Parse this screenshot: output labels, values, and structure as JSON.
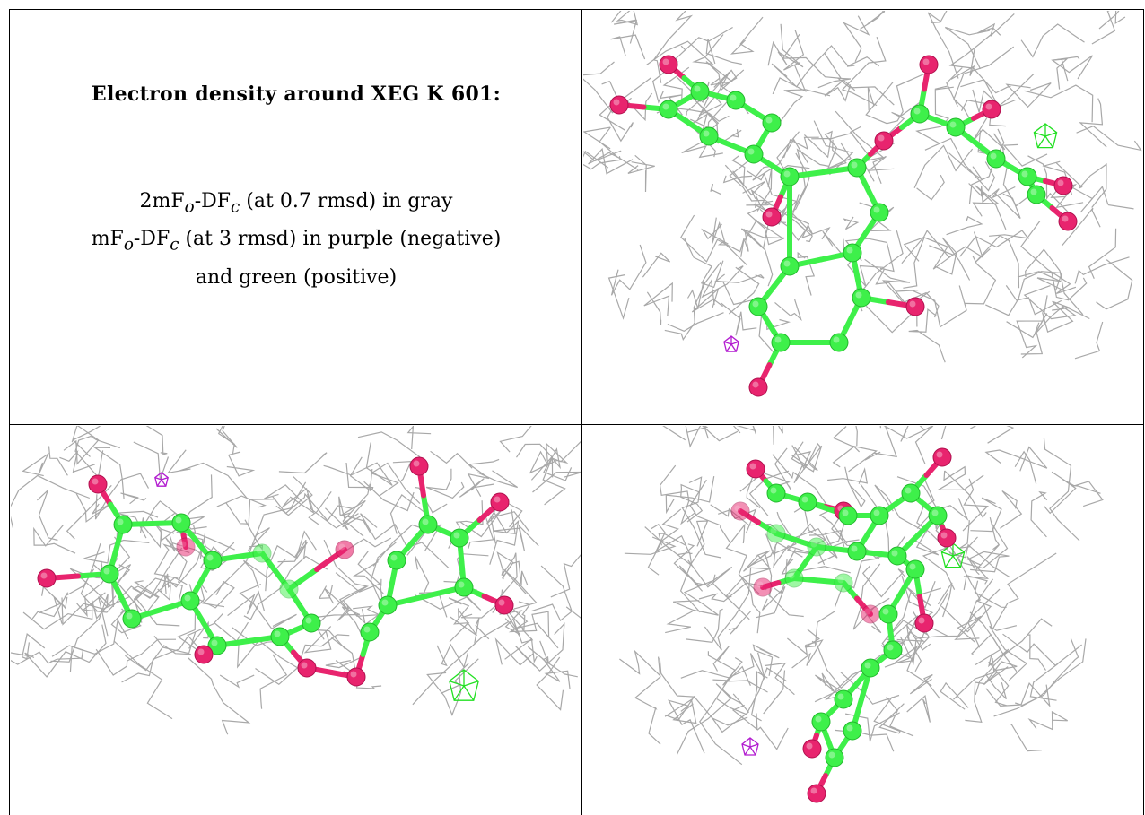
{
  "legend": {
    "title": "Electron density around XEG K 601:",
    "line1": {
      "prefix": "2mF",
      "sub1": "o",
      "mid": "-DF",
      "sub2": "c",
      "suffix": " (at 0.7 rmsd) in gray"
    },
    "line2": {
      "prefix": "mF",
      "sub1": "o",
      "mid": "-DF",
      "sub2": "c",
      "suffix": " (at 3 rmsd) in purple (negative)"
    },
    "line3": "and green (positive)"
  },
  "colors": {
    "carbon": "#3ef04a",
    "carbon_edge": "#22b82c",
    "oxygen": "#e8246e",
    "oxygen_edge": "#b0104e",
    "mesh_2fofc": "#a8a8a8",
    "mesh_negative": "#b21bd0",
    "mesh_positive": "#22e022"
  },
  "panels": [
    {
      "view": "top-right"
    },
    {
      "view": "bottom-left"
    },
    {
      "view": "bottom-right"
    }
  ]
}
